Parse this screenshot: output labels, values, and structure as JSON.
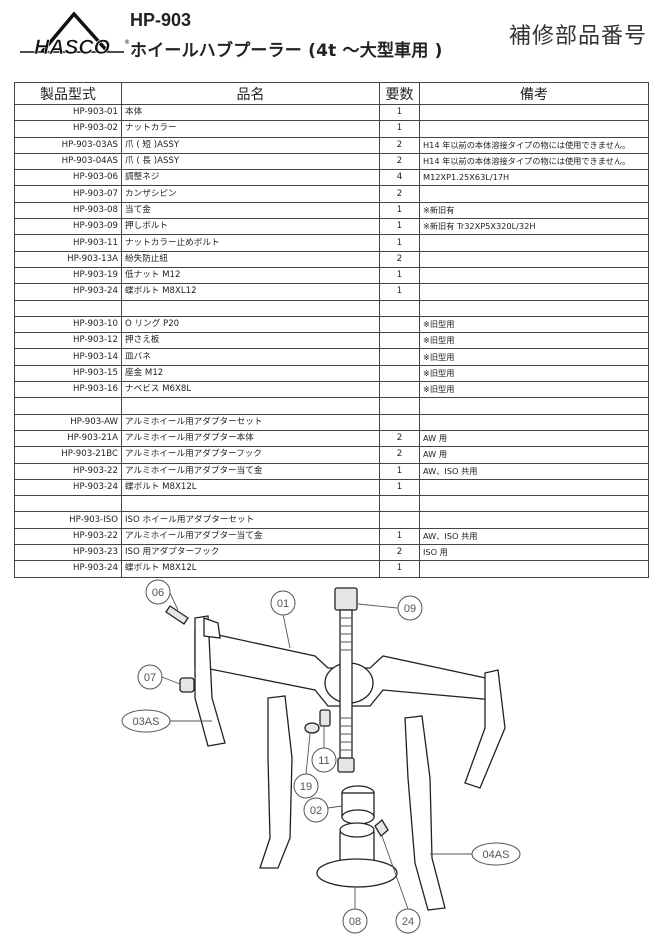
{
  "header": {
    "brand": "HASCO",
    "model": "HP-903",
    "product_name": "ホイールハブプーラー (4t ～大型車用 )",
    "doc_title": "補修部品番号"
  },
  "table": {
    "headers": [
      "製品型式",
      "品名",
      "要数",
      "備考"
    ],
    "rows": [
      [
        "HP-903-01",
        "本体",
        "1",
        ""
      ],
      [
        "HP-903-02",
        "ナットカラー",
        "1",
        ""
      ],
      [
        "HP-903-03AS",
        "爪 ( 短 )ASSY",
        "2",
        "H14 年以前の本体溶接タイプの物には使用できません。"
      ],
      [
        "HP-903-04AS",
        "爪 ( 長 )ASSY",
        "2",
        "H14 年以前の本体溶接タイプの物には使用できません。"
      ],
      [
        "HP-903-06",
        "調整ネジ",
        "4",
        "M12XP1.25X63L/17H"
      ],
      [
        "HP-903-07",
        "カンザシピン",
        "2",
        ""
      ],
      [
        "HP-903-08",
        "当て金",
        "1",
        "※新旧有"
      ],
      [
        "HP-903-09",
        "押しボルト",
        "1",
        "※新旧有  Tr32XP5X320L/32H"
      ],
      [
        "HP-903-11",
        "ナットカラー止めボルト",
        "1",
        ""
      ],
      [
        "HP-903-13A",
        "紛失防止紐",
        "2",
        ""
      ],
      [
        "HP-903-19",
        "低ナット M12",
        "1",
        ""
      ],
      [
        "HP-903-24",
        "蝶ボルト M8XL12",
        "1",
        ""
      ],
      [
        "",
        "",
        "",
        ""
      ],
      [
        "HP-903-10",
        "O リング P20",
        "",
        "※旧型用"
      ],
      [
        "HP-903-12",
        "押さえ板",
        "",
        "※旧型用"
      ],
      [
        "HP-903-14",
        "皿バネ",
        "",
        "※旧型用"
      ],
      [
        "HP-903-15",
        "座金 M12",
        "",
        "※旧型用"
      ],
      [
        "HP-903-16",
        "ナベビス M6X8L",
        "",
        "※旧型用"
      ],
      [
        "",
        "",
        "",
        ""
      ],
      [
        "HP-903-AW",
        "アルミホイール用アダプターセット",
        "",
        ""
      ],
      [
        "HP-903-21A",
        "アルミホイール用アダプター本体",
        "2",
        "AW 用"
      ],
      [
        "HP-903-21BC",
        "アルミホイール用アダプターフック",
        "2",
        "AW 用"
      ],
      [
        "HP-903-22",
        "アルミホイール用アダプター当て金",
        "1",
        "AW、ISO 共用"
      ],
      [
        "HP-903-24",
        "蝶ボルト M8X12L",
        "1",
        ""
      ],
      [
        "",
        "",
        "",
        ""
      ],
      [
        "HP-903-ISO",
        "ISO ホイール用アダプターセット",
        "",
        ""
      ],
      [
        "HP-903-22",
        "アルミホイール用アダプター当て金",
        "1",
        "AW、ISO 共用"
      ],
      [
        "HP-903-23",
        "ISO 用アダプターフック",
        "2",
        "ISO 用"
      ],
      [
        "HP-903-24",
        "蝶ボルト M8X12L",
        "1",
        ""
      ]
    ]
  },
  "diagram": {
    "callouts": [
      "06",
      "01",
      "09",
      "07",
      "03AS",
      "11",
      "19",
      "02",
      "04AS",
      "08",
      "24"
    ]
  }
}
